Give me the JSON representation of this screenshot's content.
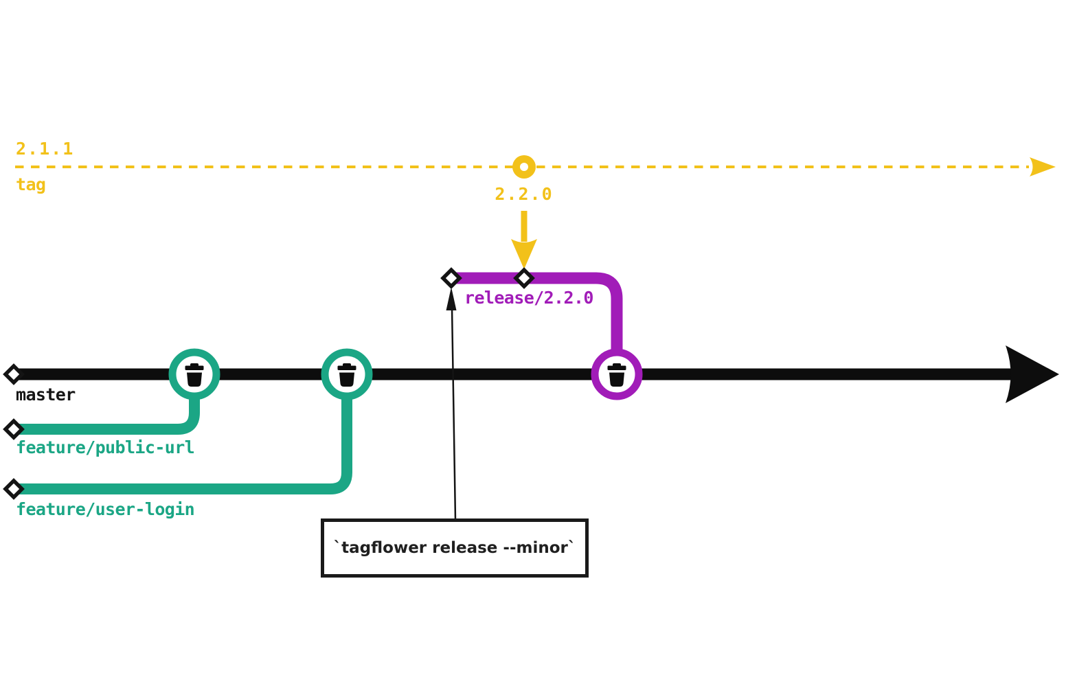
{
  "diagram_type": "git-branch-tag-flow",
  "tag_timeline": {
    "current_tag": "2.1.1",
    "axis_label": "tag",
    "new_tag": "2.2.0",
    "color": "#F2C11A"
  },
  "branches": {
    "master": {
      "label": "master",
      "color": "#141414"
    },
    "release": {
      "label": "release/2.2.0",
      "color": "#A11CB8"
    },
    "feature_public_url": {
      "label": "feature/public-url",
      "color": "#1BA685"
    },
    "feature_user_login": {
      "label": "feature/user-login",
      "color": "#1BA685"
    }
  },
  "annotation": {
    "command": "`tagflower release --minor`"
  },
  "icons": {
    "commit_marker": "trash-icon",
    "branch_endpoint": "diamond-icon",
    "tag_point": "donut-dot-icon",
    "timeline_end": "arrowhead-icon"
  },
  "colors": {
    "tag_yellow": "#F2C11A",
    "feature_green": "#1BA685",
    "release_purple": "#A11CB8",
    "line_black": "#141414",
    "background": "#FFFFFF"
  }
}
